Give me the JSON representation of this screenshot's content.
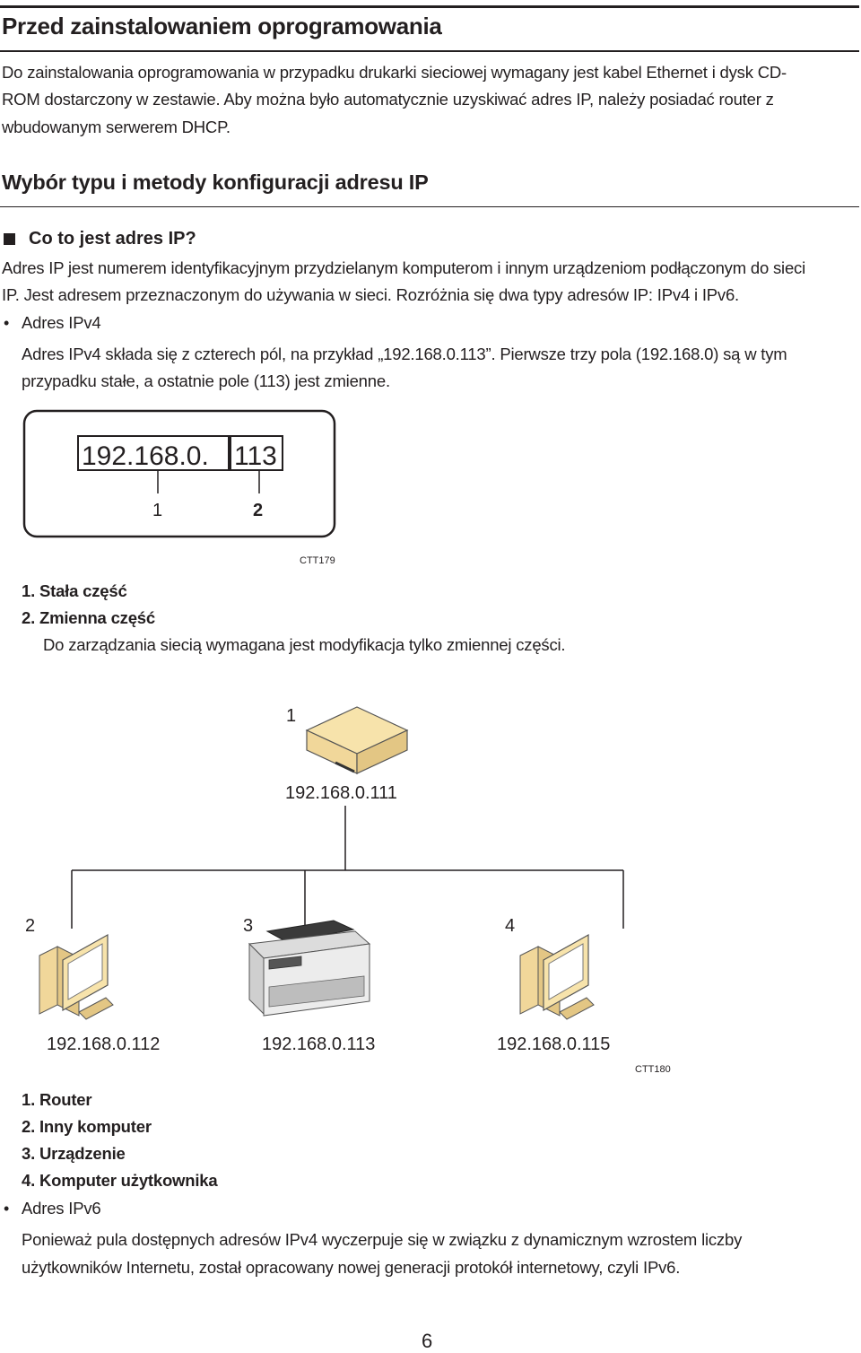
{
  "heading": "Przed zainstalowaniem oprogramowania",
  "intro": [
    "Do zainstalowania oprogramowania w przypadku drukarki sieciowej wymagany jest kabel Ethernet i dysk CD-",
    "ROM dostarczony w zestawie. Aby można było automatycznie uzyskiwać adres IP, należy posiadać router z",
    "wbudowanym serwerem DHCP."
  ],
  "section_title": "Wybór typu i metody konfiguracji adresu IP",
  "subsection_title": "Co to jest adres IP?",
  "subsection_text": [
    "Adres IP jest numerem identyfikacyjnym przydzielanym komputerom i innym urządzeniom podłączonym do sieci",
    "IP. Jest adresem przeznaczonym do używania w sieci. Rozróżnia się dwa typy adresów IP: IPv4 i IPv6."
  ],
  "ipv4": {
    "bullet": "•",
    "label": "Adres IPv4",
    "text": [
      "Adres IPv4 składa się z czterech pól, na przykład „192.168.0.113”. Pierwsze trzy pola (192.168.0) są w tym",
      "przypadku stałe, a ostatnie pole (113) jest zmienne."
    ]
  },
  "figure1": {
    "address_fixed": "192.168.0.",
    "address_variable": "113",
    "marker1": "1",
    "marker2": "2",
    "code": "CTT179"
  },
  "legend1": [
    "1. Stała część",
    "2. Zmienna część"
  ],
  "legend1_note": "Do zarządzania siecią wymagana jest modyfikacja tylko zmiennej części.",
  "figure2": {
    "router_num": "1",
    "router_ip": "192.168.0.111",
    "num2": "2",
    "num3": "3",
    "num4": "4",
    "ip2": "192.168.0.112",
    "ip3": "192.168.0.113",
    "ip4": "192.168.0.115",
    "code": "CTT180",
    "colors": {
      "router": "#f7e3ab",
      "computer": "#f7e3ab",
      "printer_body": "#ececec",
      "printer_dark": "#3a3a3a"
    }
  },
  "legend2": [
    "1. Router",
    "2. Inny komputer",
    "3. Urządzenie",
    "4. Komputer użytkownika"
  ],
  "ipv6": {
    "bullet": "•",
    "label": "Adres IPv6",
    "text": [
      "Ponieważ pula dostępnych adresów IPv4 wyczerpuje się w związku z dynamicznym wzrostem liczby",
      "użytkowników Internetu, został opracowany nowej generacji protokół internetowy, czyli IPv6."
    ]
  },
  "page_number": "6"
}
